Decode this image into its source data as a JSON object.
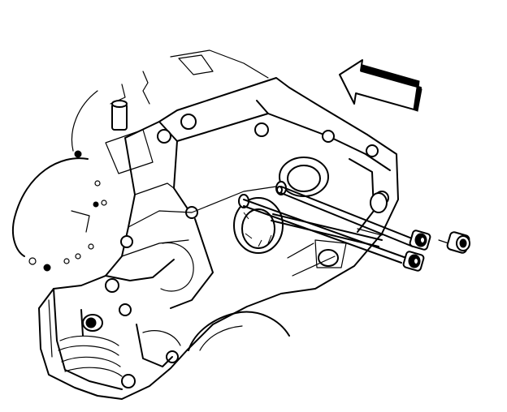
{
  "diagram": {
    "parts": [
      "engine-block",
      "front-cover",
      "oil-pump-bore",
      "bolt",
      "nut",
      "direction-arrow"
    ],
    "arrow_direction": "left",
    "fastener_count": 3
  }
}
